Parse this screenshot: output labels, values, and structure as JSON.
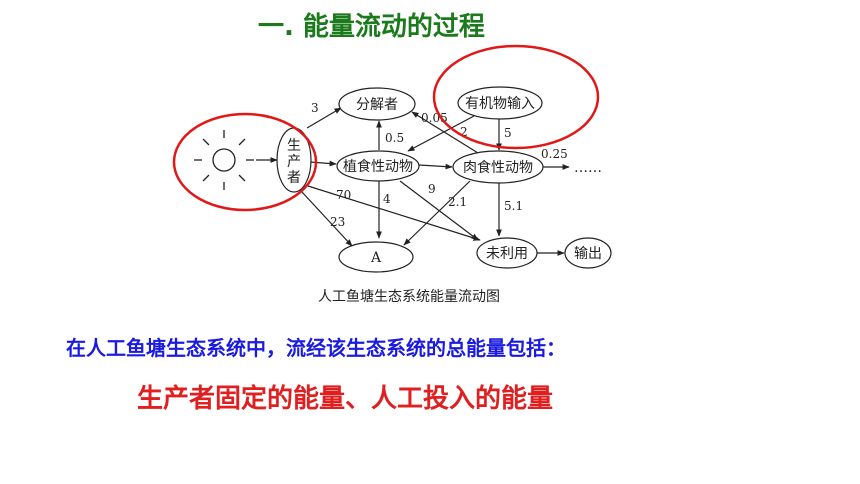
{
  "heading": "一. 能量流动的过程",
  "diagram": {
    "nodes": {
      "producer": [
        "生",
        "产",
        "者"
      ],
      "decomposer": "分解者",
      "organic_input": "有机物输入",
      "herbivore": "植食性动物",
      "carnivore": "肉食性动物",
      "a": "A",
      "unused": "未利用",
      "output": "输出"
    },
    "edge_labels": {
      "producer_decomposer": "3",
      "herbivore_decomposer": "0.5",
      "carnivore_decomposer": "0.05",
      "input_herbivore": "2",
      "input_carnivore": "5",
      "carnivore_next": "0.25",
      "producer_a": "70",
      "producer_unused": "23",
      "herbivore_a": "4",
      "herbivore_unused": "9",
      "carnivore_a": "2.1",
      "carnivore_unused": "5.1"
    },
    "ellipsis": "……",
    "caption": "人工鱼塘生态系统能量流动图"
  },
  "statement": "在人工鱼塘生态系统中，流经该生态系统的总能量包括：",
  "answer": "生产者固定的能量、人工投入的能量"
}
